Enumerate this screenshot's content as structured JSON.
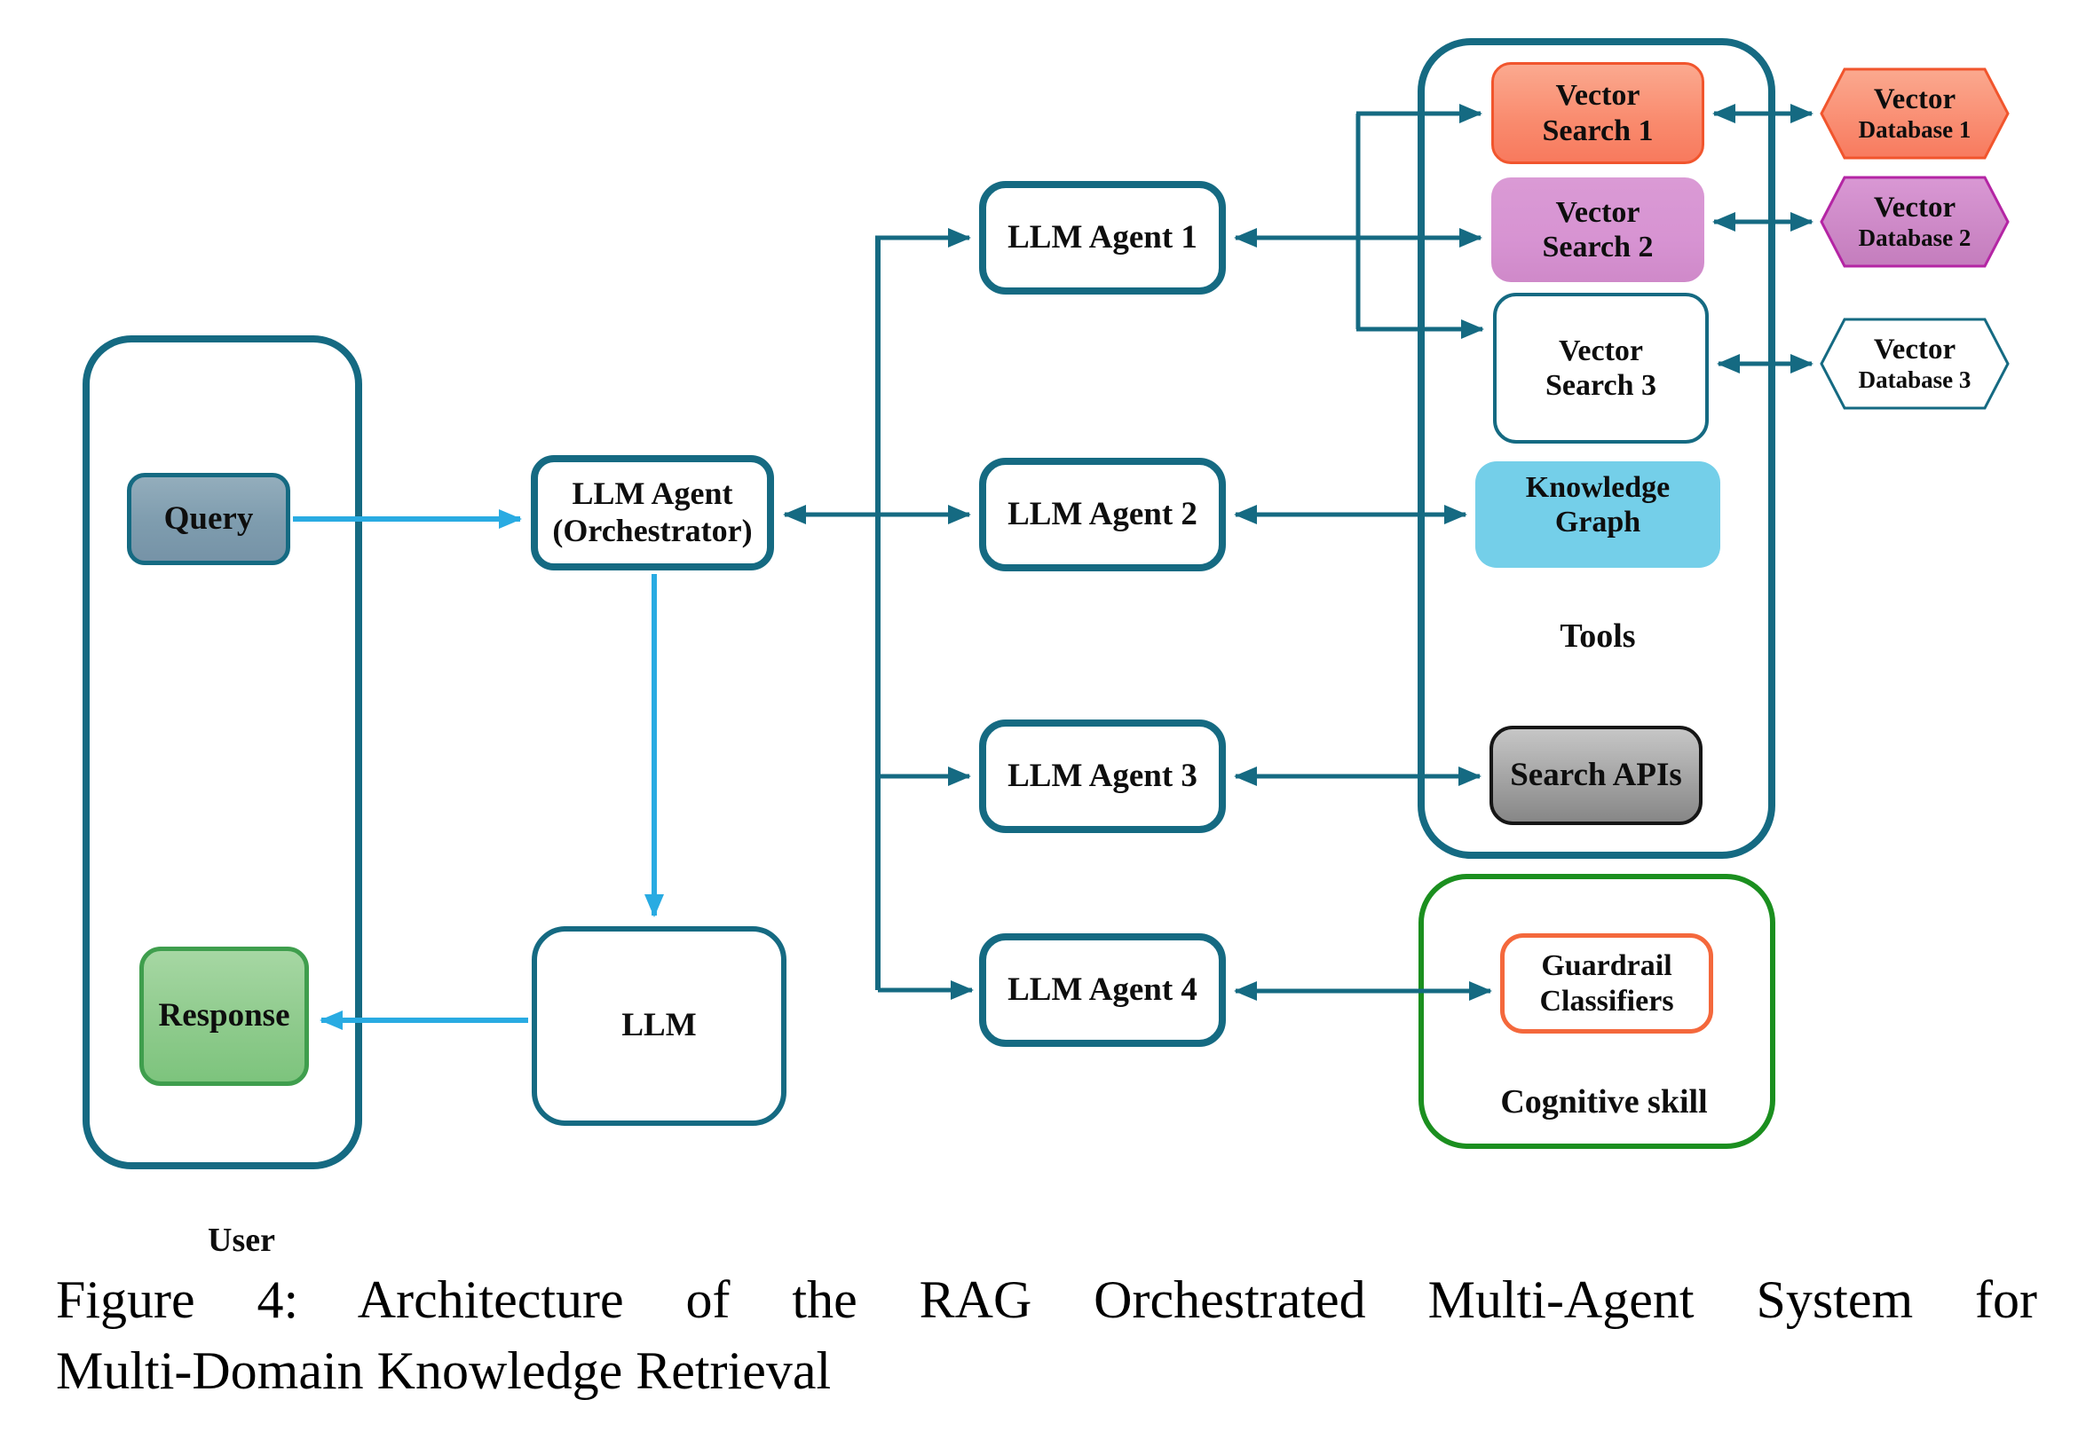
{
  "user_panel": {
    "label": "User",
    "query_label": "Query",
    "response_label": "Response"
  },
  "orchestrator": {
    "line1": "LLM Agent",
    "line2": "(Orchestrator)"
  },
  "llm_label": "LLM",
  "agents": [
    {
      "label": "LLM Agent 1"
    },
    {
      "label": "LLM Agent 2"
    },
    {
      "label": "LLM Agent 3"
    },
    {
      "label": "LLM Agent 4"
    }
  ],
  "tools_panel": {
    "label": "Tools",
    "vector_searches": [
      {
        "line1": "Vector",
        "line2": "Search 1"
      },
      {
        "line1": "Vector",
        "line2": "Search 2"
      },
      {
        "line1": "Vector",
        "line2": "Search 3"
      }
    ],
    "knowledge_graph": {
      "line1": "Knowledge",
      "line2": "Graph"
    },
    "search_apis_label": "Search APIs"
  },
  "vector_databases": [
    {
      "line1": "Vector",
      "line2": "Database 1"
    },
    {
      "line1": "Vector",
      "line2": "Database 2"
    },
    {
      "line1": "Vector",
      "line2": "Database 3"
    }
  ],
  "cognitive_panel": {
    "label": "Cognitive skill",
    "guardrail": {
      "line1": "Guardrail",
      "line2": "Classifiers"
    }
  },
  "caption": {
    "line1": "Figure 4: Architecture of the RAG Orchestrated Multi-Agent System for",
    "line2": "Multi-Domain Knowledge Retrieval"
  },
  "colors": {
    "teal": "#156a82",
    "cyan_arrow": "#29abe2",
    "salmon_fill": "#fb9e85",
    "salmon_fill_dark": "#f87a5e",
    "salmon_border": "#f1552d",
    "purple_fill": "#d793d2",
    "purple_fill_dark": "#c980c2",
    "magenta_border": "#b425a4",
    "knowledge_graph_blue": "#74cfe9",
    "gray_fill": "#c6c6c6",
    "gray_fill_dark": "#878787",
    "gray_border": "#161616",
    "query_fill": "#93adbc",
    "query_fill_dark": "#7693a7",
    "response_fill": "#a6d7a3",
    "response_fill_dark": "#7dc47d",
    "response_border": "#3f9e4d",
    "green_container_border": "#1b8f1f",
    "guardrail_border": "#f4683c",
    "text": "#0e0e0e"
  }
}
